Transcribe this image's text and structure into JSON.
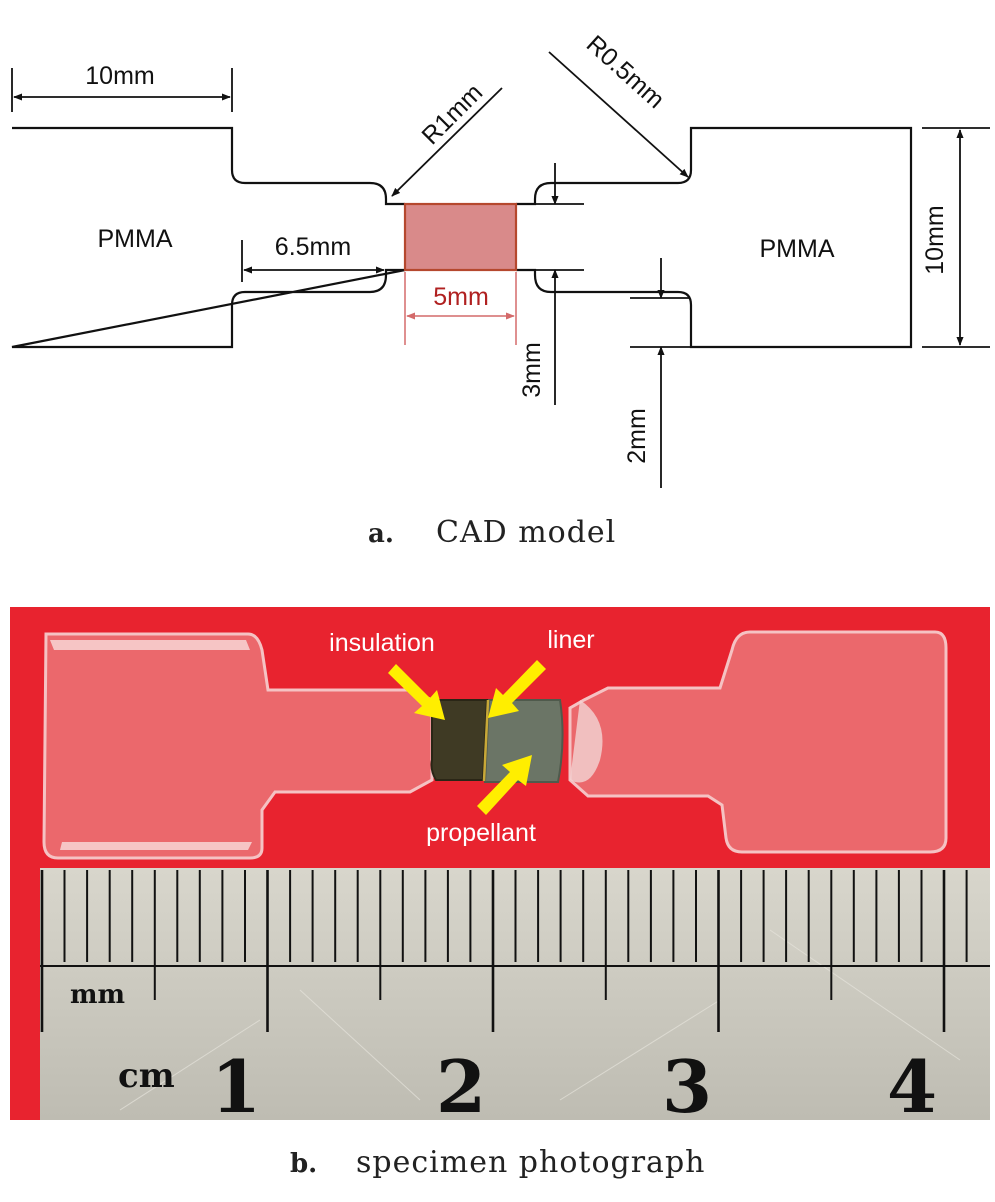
{
  "cad": {
    "left_block_label": "PMMA",
    "right_block_label": "PMMA",
    "dim_grip_width": "10mm",
    "dim_grip_height": "10mm",
    "dim_neck_length": "6.5mm",
    "dim_center_length": "5mm",
    "dim_neck_height": "3mm",
    "dim_step": "2mm",
    "radius_center": "R1mm",
    "radius_shoulder": "R0.5mm",
    "colors": {
      "center_fill": "#d98a8a",
      "center_stroke": "#b5482e",
      "center_dim": "#b02020"
    }
  },
  "caption_a": {
    "letter": "a.",
    "text": "CAD model"
  },
  "photo": {
    "callout_insulation": "insulation",
    "callout_liner": "liner",
    "callout_propellant": "propellant",
    "ruler_mm_label": "mm",
    "ruler_cm_label": "cm",
    "ruler_numbers": [
      "1",
      "2",
      "3",
      "4"
    ],
    "colors": {
      "background": "#e8232f",
      "arrow": "#ffee00",
      "ruler": "#c8c6bc"
    }
  },
  "caption_b": {
    "letter": "b.",
    "text": "specimen photograph"
  }
}
